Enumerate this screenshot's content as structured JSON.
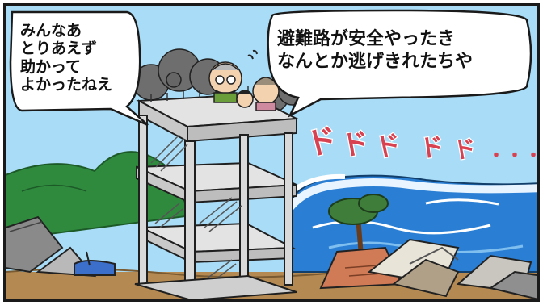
{
  "speech": {
    "left": "みんなあ\nとりあえず\n助かって\nよかったねえ",
    "right": "避難路が安全やったき\nなんとか逃げきれたちや"
  },
  "sound_effect": {
    "chars": [
      "ド",
      "ド",
      "ド",
      "ド",
      "ド"
    ],
    "dots": "・・・"
  },
  "colors": {
    "sky": "#a9dcf6",
    "wave": "#2a7fd4",
    "sfx": "#d8414f",
    "mountain": "#2f8a3e",
    "ground": "#b58a52"
  }
}
